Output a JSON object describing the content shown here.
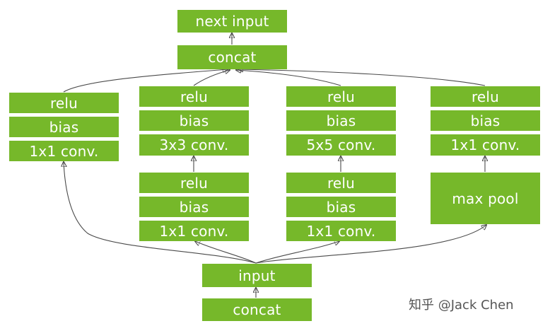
{
  "colors": {
    "box": "#76b82a",
    "text": "#ffffff",
    "arrow": "#4a4a4a"
  },
  "nodes": {
    "next_input": "next input",
    "top_concat": "concat",
    "b1_relu": "relu",
    "b1_bias": "bias",
    "b1_conv": "1x1 conv.",
    "b2_relu": "relu",
    "b2_bias": "bias",
    "b2_conv3": "3x3 conv.",
    "b2_relu2": "relu",
    "b2_bias2": "bias",
    "b2_conv1": "1x1 conv.",
    "b3_relu": "relu",
    "b3_bias": "bias",
    "b3_conv5": "5x5 conv.",
    "b3_relu2": "relu",
    "b3_bias2": "bias",
    "b3_conv1": "1x1 conv.",
    "b4_relu": "relu",
    "b4_bias": "bias",
    "b4_conv": "1x1 conv.",
    "b4_pool": "max pool",
    "input": "input",
    "bottom_concat": "concat"
  },
  "watermark": "知乎 @Jack Chen"
}
